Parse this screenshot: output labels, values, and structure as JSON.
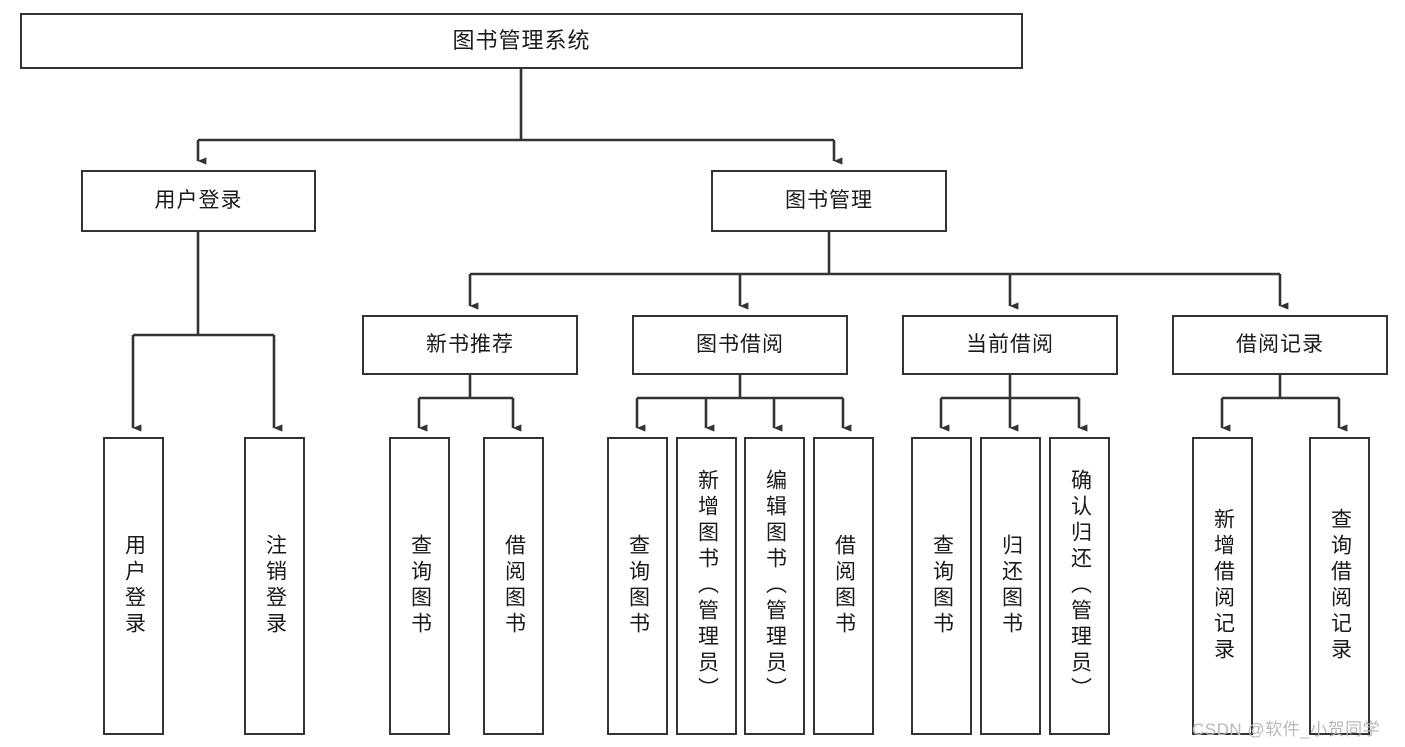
{
  "diagram": {
    "title": "图书管理系统",
    "type": "tree-hierarchy",
    "watermark": "CSDN @软件_小贺同学",
    "colors": {
      "box_border": "#333333",
      "box_fill": "#ffffff",
      "line": "#333333",
      "text": "#1a1a1a",
      "watermark": "#b8b8b8",
      "background": "#ffffff"
    },
    "levels": {
      "level1": [
        {
          "id": "root",
          "label": "图书管理系统"
        }
      ],
      "level2": [
        {
          "id": "user-login",
          "label": "用户登录",
          "parent": "root"
        },
        {
          "id": "book-manage",
          "label": "图书管理",
          "parent": "root"
        }
      ],
      "level3": [
        {
          "id": "new-book-rec",
          "label": "新书推荐",
          "parent": "book-manage"
        },
        {
          "id": "book-borrow",
          "label": "图书借阅",
          "parent": "book-manage"
        },
        {
          "id": "current-borrow",
          "label": "当前借阅",
          "parent": "book-manage"
        },
        {
          "id": "borrow-record",
          "label": "借阅记录",
          "parent": "book-manage"
        }
      ],
      "leaves": [
        {
          "id": "leaf-user-login",
          "label": "用户登录",
          "parent": "user-login"
        },
        {
          "id": "leaf-logout",
          "label": "注销登录",
          "parent": "user-login"
        },
        {
          "id": "leaf-query-book-1",
          "label": "查询图书",
          "parent": "new-book-rec"
        },
        {
          "id": "leaf-borrow-book-1",
          "label": "借阅图书",
          "parent": "new-book-rec"
        },
        {
          "id": "leaf-query-book-2",
          "label": "查询图书",
          "parent": "book-borrow"
        },
        {
          "id": "leaf-add-book",
          "label": "新增图书（管理员）",
          "parent": "book-borrow"
        },
        {
          "id": "leaf-edit-book",
          "label": "编辑图书（管理员）",
          "parent": "book-borrow"
        },
        {
          "id": "leaf-borrow-book-2",
          "label": "借阅图书",
          "parent": "book-borrow"
        },
        {
          "id": "leaf-query-book-3",
          "label": "查询图书",
          "parent": "current-borrow"
        },
        {
          "id": "leaf-return-book",
          "label": "归还图书",
          "parent": "current-borrow"
        },
        {
          "id": "leaf-confirm-return",
          "label": "确认归还（管理员）",
          "parent": "current-borrow"
        },
        {
          "id": "leaf-add-record",
          "label": "新增借阅记录",
          "parent": "borrow-record"
        },
        {
          "id": "leaf-query-record",
          "label": "查询借阅记录",
          "parent": "borrow-record"
        }
      ]
    }
  }
}
